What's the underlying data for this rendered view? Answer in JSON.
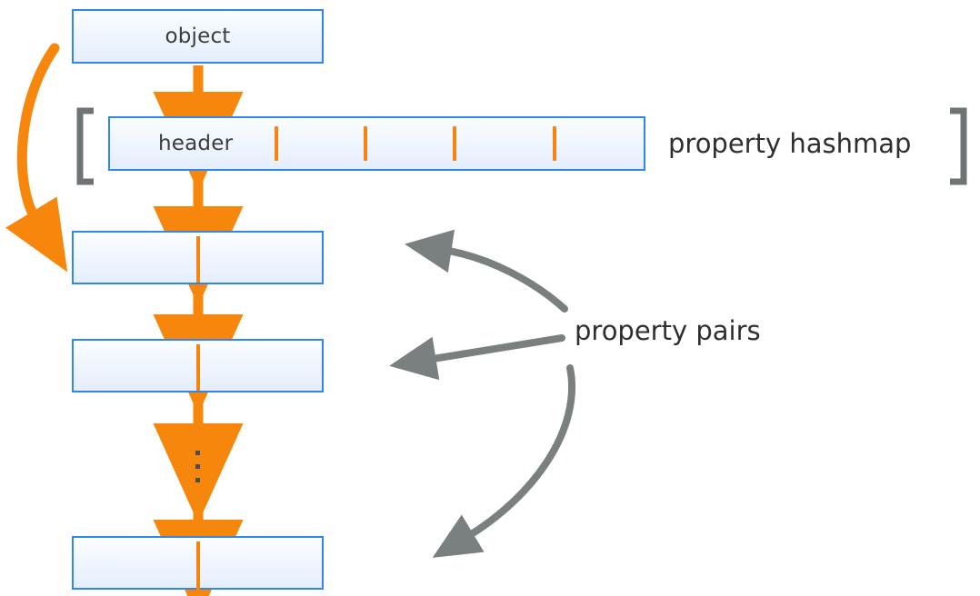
{
  "diagram": {
    "title": "object property hashmap and property pairs",
    "colors": {
      "box_border": "#2f86ec",
      "box_fill_top": "#fbfdff",
      "box_fill_bottom": "#e4eefc",
      "orange_arrow": "#f7860d",
      "gray_arrow": "#7a7f80",
      "bracket_gray": "#6e7375",
      "text": "#2f2f2f",
      "background": "#ffffff"
    }
  },
  "boxes": {
    "object": {
      "label": "object"
    },
    "header": {
      "label": "header"
    },
    "pair_1": {
      "label": ""
    },
    "pair_2": {
      "label": ""
    },
    "pair_3": {
      "label": ""
    }
  },
  "hashmap": {
    "slot_count": 4,
    "slot_x": [
      302,
      400,
      498,
      608
    ],
    "bracket_left": "[",
    "bracket_right": "]"
  },
  "labels": {
    "property_hashmap": "property hashmap",
    "property_pairs": "property pairs"
  },
  "arrows": {
    "object_to_header": "orange-down-arrow",
    "header_to_pair_1": "orange-down-arrow",
    "pair_1_to_pair_2": "orange-down-arrow",
    "pair_2_to_ellipsis": "orange-down-arrow",
    "ellipsis_to_pair_3": "orange-down-arrow",
    "object_to_pair_1_curve": "orange-curved-arrow",
    "pairs_to_pair_1": "gray-curved-arrow",
    "pairs_to_pair_2": "gray-straight-arrow",
    "pairs_to_pair_3": "gray-curved-arrow"
  },
  "ellipsis": {
    "dot_count": 3
  }
}
